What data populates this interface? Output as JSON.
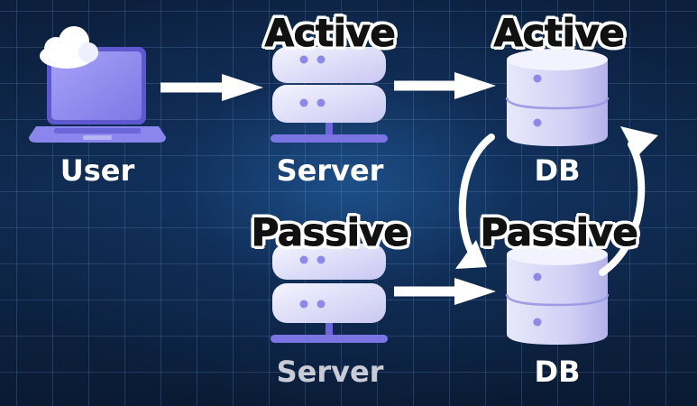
{
  "nodes": {
    "user": {
      "label": "User",
      "icon": "laptop-cloud-icon"
    },
    "active_server": {
      "status": "Active",
      "label": "Server",
      "icon": "server-icon"
    },
    "active_db": {
      "status": "Active",
      "label": "DB",
      "icon": "database-icon"
    },
    "passive_server": {
      "status": "Passive",
      "label": "Server",
      "icon": "server-icon"
    },
    "passive_db": {
      "status": "Passive",
      "label": "DB",
      "icon": "database-icon"
    }
  },
  "colors": {
    "background": "#0f2a4f",
    "grid": "#82afe6",
    "device": "#8b86ee",
    "device_light": "#e4e4fa",
    "arrow": "#ffffff",
    "badge_text": "#111111"
  }
}
